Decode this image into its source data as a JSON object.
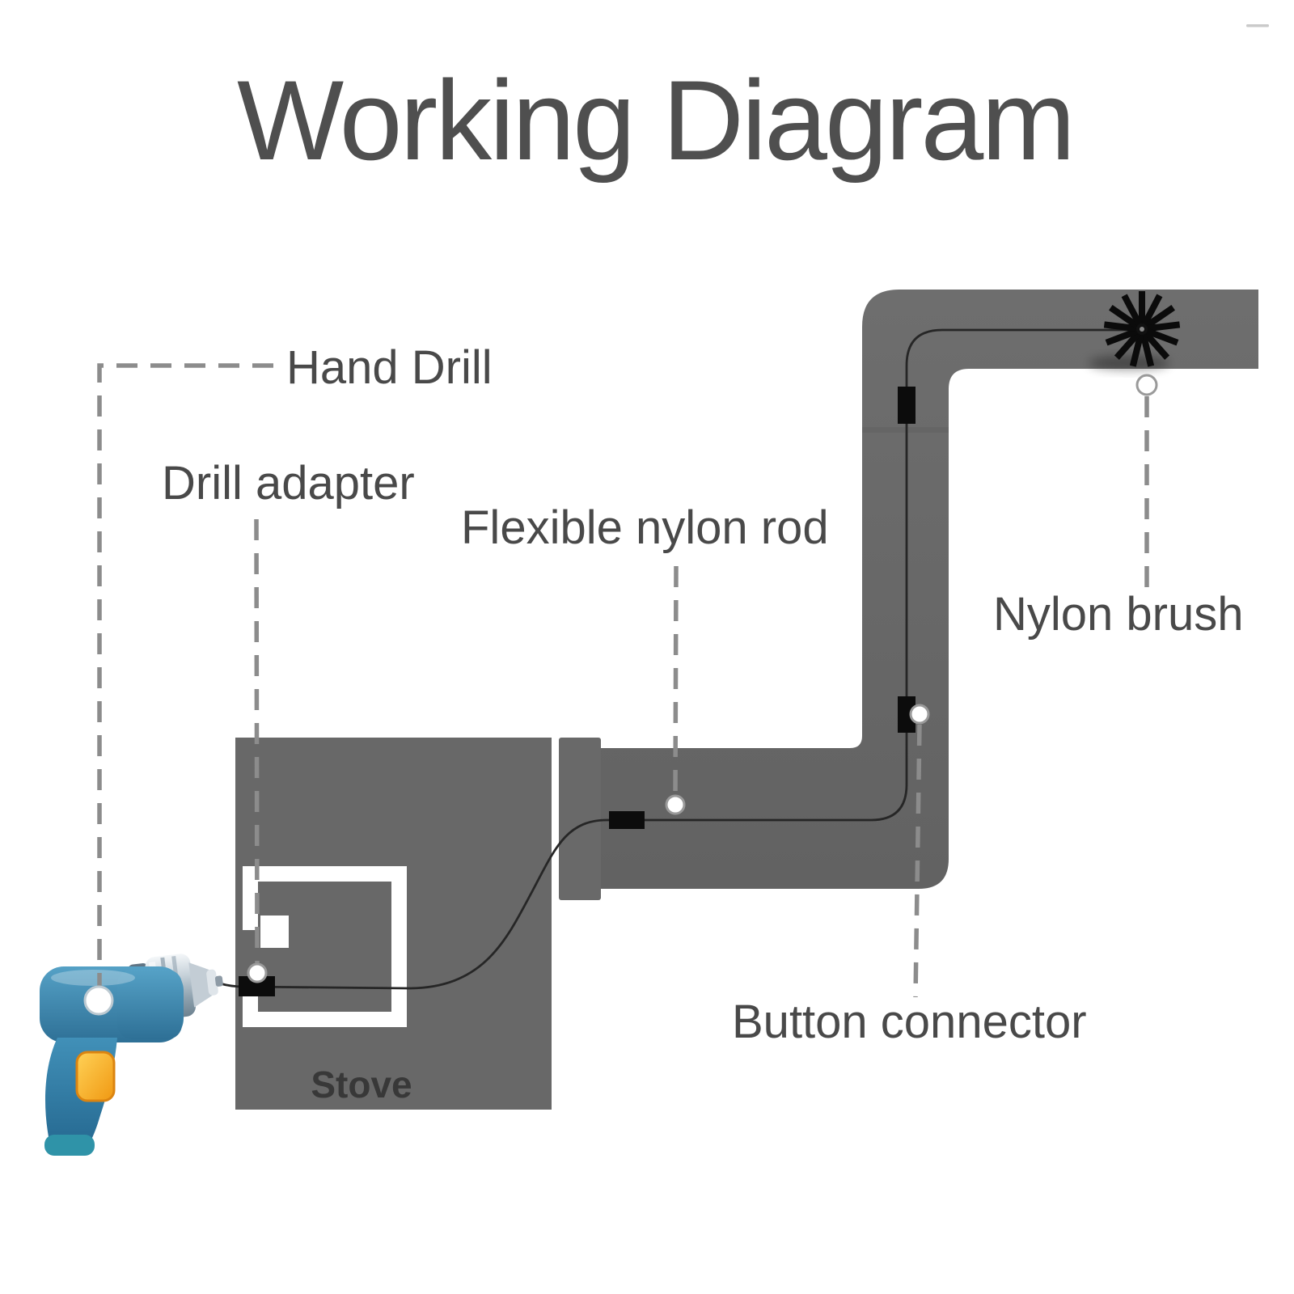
{
  "title": "Working Diagram",
  "labels": {
    "hand_drill": "Hand Drill",
    "drill_adapter": "Drill adapter",
    "flexible_nylon_rod": "Flexible nylon rod",
    "nylon_brush": "Nylon brush",
    "button_connector": "Button connector",
    "stove": "Stove"
  },
  "colors": {
    "background": "#ffffff",
    "duct_gray": "#696969",
    "stove_gray": "#686868",
    "connector_black": "#0c0c0c",
    "rod_black": "#262626",
    "leader_dash_gray": "#8c8c8c",
    "marker_fill": "#ffffff",
    "marker_stroke": "#9a9a9a",
    "title_text": "#4f4f4f",
    "label_text": "#494949",
    "stove_text": "#383838",
    "drill_body_blue": "#3a85ad",
    "drill_base_teal": "#2f93a8",
    "trigger_yellow": "#f5a81c",
    "chuck_silver": "#c6d1d9",
    "brush_black": "#0b0b0b"
  }
}
